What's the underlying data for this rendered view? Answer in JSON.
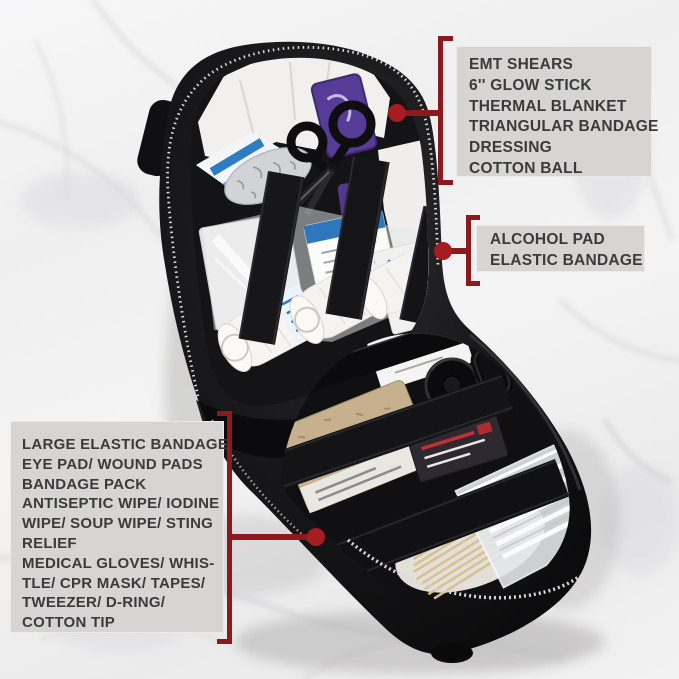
{
  "figure": {
    "alt": "Opened black tactical first-aid pouch on a white marble surface, contents labeled with red callout lines"
  },
  "callouts": {
    "top_right": {
      "lines": [
        "EMT SHEARS",
        "6'' GLOW STICK",
        "THERMAL BLANKET",
        "TRIANGULAR BANDAGE",
        "DRESSING",
        "COTTON BALL"
      ]
    },
    "middle_right": {
      "lines": [
        "ALCOHOL PAD",
        "ELASTIC BANDAGE"
      ]
    },
    "bottom_left": {
      "lines": [
        "LARGE ELASTIC BANDAGE",
        "EYE PAD/ WOUND PADS",
        "BANDAGE PACK",
        "ANTISEPTIC WIPE/ IODINE",
        "WIPE/ SOUP WIPE/ STING",
        "RELIEF",
        "MEDICAL GLOVES/ WHIS-",
        "TLE/ CPR MASK/ TAPES/",
        "TWEEZER/ D-RING/",
        "COTTON TIP"
      ]
    }
  },
  "colors": {
    "accent_red": "#8c191d",
    "dot_red": "#a51c21",
    "box_bg": "#d6d5d4",
    "box_text": "#3b3b3d"
  }
}
